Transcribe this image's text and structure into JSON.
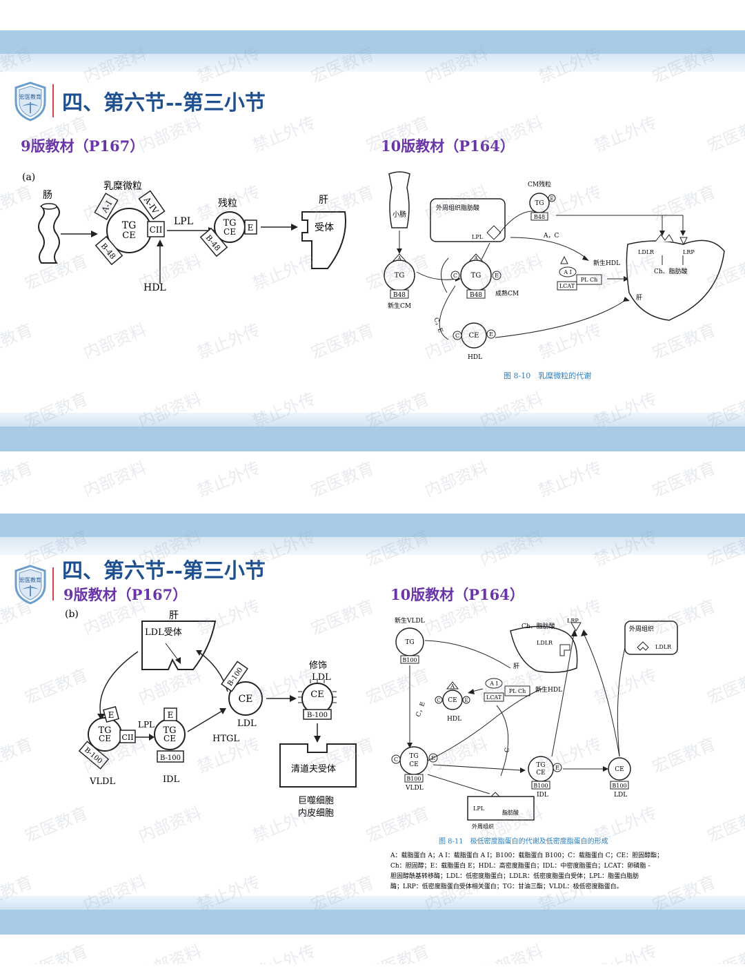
{
  "slides": [
    {
      "title": "四、第六节--第三小节",
      "left_heading": "9版教材（P167）",
      "right_heading": "10版教材（P164）",
      "fig_a": {
        "panel": "(a)",
        "intestine": "肠",
        "cm": "乳糜微粒",
        "tg": "TG",
        "ce": "CE",
        "ai": "A-I",
        "aiv": "A-IV",
        "cii": "CII",
        "b48": "B-48",
        "lpl": "LPL",
        "hdl": "HDL",
        "remnant": "残粒",
        "e": "E",
        "liver": "肝",
        "receptor": "受体"
      },
      "fig_810": {
        "intestine": "小肠",
        "a": "A",
        "tg": "TG",
        "b48": "B48",
        "nascent_cm": "新生CM",
        "c": "C",
        "e": "E",
        "mature_cm": "成熟CM",
        "peripheral": "外周组织",
        "fa": "脂肪酸",
        "lpl": "LPL",
        "cm_remnant": "CM残粒",
        "ac": "A，C",
        "ce_label": "C，E",
        "ai": "A I",
        "lcat": "LCAT",
        "plch": "PL Ch",
        "nascent_hdl": "新生HDL",
        "ce": "CE",
        "hdl": "HDL",
        "ldlr": "LDLR",
        "lrp": "LRP",
        "ch_fa": "Ch、脂肪酸",
        "liver": "肝",
        "caption": "图 8-10　乳糜微粒的代谢"
      }
    },
    {
      "title": "四、第六节--第三小节",
      "left_heading": "9版教材（P167）",
      "right_heading": "10版教材（P164）",
      "fig_b": {
        "panel": "(b)",
        "liver": "肝",
        "ldl_receptor": "LDL受体",
        "e": "E",
        "tg": "TG",
        "ce": "CE",
        "cii": "CII",
        "b100": "B-100",
        "vldl": "VLDL",
        "lpl": "LPL",
        "idl": "IDL",
        "htgl": "HTGL",
        "ldl": "LDL",
        "modified": "修饰",
        "scavenger": "清道夫受体",
        "macrophage": "巨噬细胞",
        "endothelial": "内皮细胞"
      },
      "fig_811": {
        "nascent_vldl": "新生VLDL",
        "tg": "TG",
        "b100": "B100",
        "ce": "CE",
        "e": "E",
        "c": "C",
        "vldl": "VLDL",
        "idl": "IDL",
        "ldl": "LDL",
        "ce_label": "C，E",
        "a": "A",
        "hdl": "HDL",
        "ai": "A I",
        "lcat": "LCAT",
        "plch": "PL Ch",
        "nascent_hdl": "新生HDL",
        "liver": "肝",
        "ch_fa": "Ch、脂肪酸",
        "ldlr": "LDLR",
        "lrp": "LRP",
        "peripheral": "外周组织",
        "lpl": "LPL",
        "fa": "脂肪酸",
        "caption": "图 8-11　极低密度脂蛋白的代谢及低密度脂蛋白的形成",
        "legend_lines": [
          "A：载脂蛋白 A；A I：载脂蛋白 A I；B100：载脂蛋白 B100；C：载脂蛋白 C；CE：胆固醇酯；",
          "Ch：胆固醇；E：载脂蛋白 E；HDL：高密度脂蛋白；IDL：中密度脂蛋白；LCAT：卵磷脂 -",
          "胆固醇酰基转移酶；LDL：低密度脂蛋白；LDLR：低密度脂蛋白受体；LPL：脂蛋白脂肪",
          "酶；LRP：低密度脂蛋白受体相关蛋白；TG：甘油三酯；VLDL：极低密度脂蛋白。"
        ]
      }
    }
  ],
  "logo_text": "宏医教育",
  "watermarks": [
    "宏医教育",
    "内部资料",
    "禁止外传"
  ],
  "colors": {
    "band": "#a9cce6",
    "title": "#1e4f8f",
    "heading": "#6a35a8",
    "caption": "#2a7fc0"
  }
}
